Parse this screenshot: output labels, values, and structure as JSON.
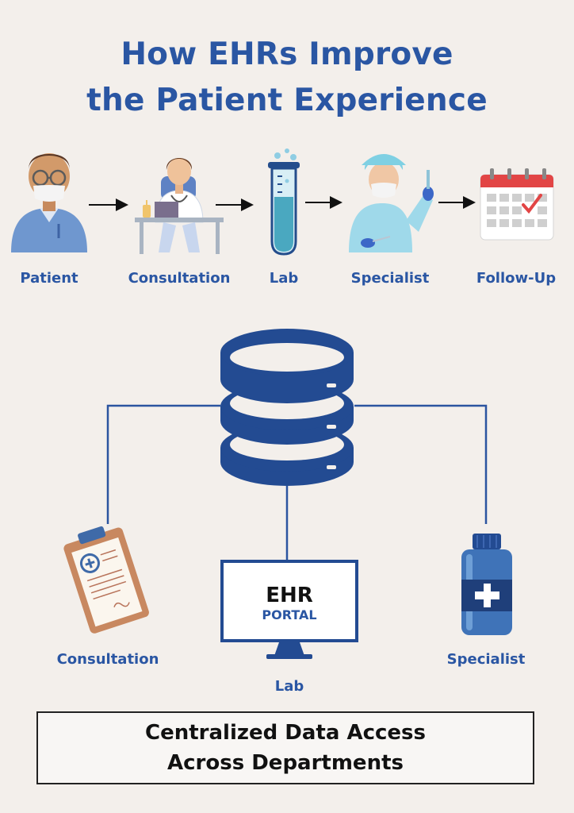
{
  "title": {
    "line1": "How EHRs Improve",
    "line2": "the Patient Experience"
  },
  "flow": {
    "steps": [
      {
        "label": "Patient",
        "icon": "patient-icon"
      },
      {
        "label": "Consultation",
        "icon": "doctor-icon"
      },
      {
        "label": "Lab",
        "icon": "test-tube-icon"
      },
      {
        "label": "Specialist",
        "icon": "surgeon-icon"
      },
      {
        "label": "Follow-Up",
        "icon": "calendar-icon"
      }
    ]
  },
  "network": {
    "hub_icon": "database-icon",
    "nodes": [
      {
        "label": "Consultation",
        "icon": "clipboard-icon"
      },
      {
        "label": "Lab",
        "icon": "monitor-icon"
      },
      {
        "label": "Specialist",
        "icon": "medicine-bottle-icon"
      }
    ],
    "portal": {
      "main": "EHR",
      "sub": "PORTAL"
    }
  },
  "caption": {
    "line1": "Centralized Data Access",
    "line2": "Across Departments"
  },
  "colors": {
    "accent": "#2a56a3",
    "background": "#f3efeb"
  }
}
